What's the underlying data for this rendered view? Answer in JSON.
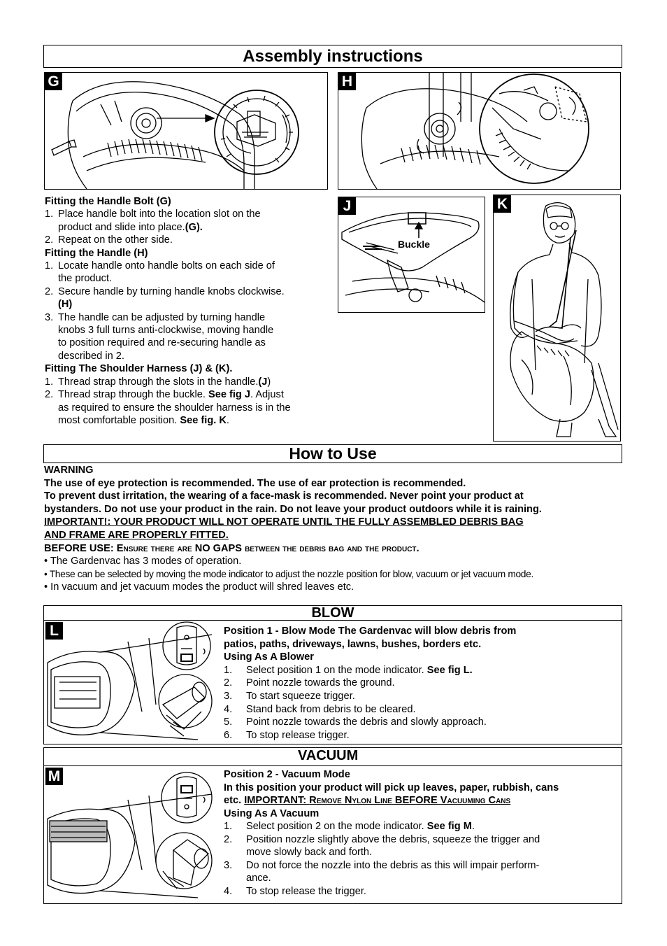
{
  "assembly": {
    "title": "Assembly instructions",
    "fig_g": "G",
    "fig_h": "H",
    "fig_j": "J",
    "fig_k": "K",
    "buckle_label": "Buckle",
    "handle_bolt_heading": "Fitting the Handle Bolt (G)",
    "handle_bolt_1_num": "1.",
    "handle_bolt_1a": "Place handle bolt into the location slot on the",
    "handle_bolt_1b": "product and slide into place.",
    "handle_bolt_1_ref": "(G).",
    "handle_bolt_2_num": "2.",
    "handle_bolt_2": "Repeat on the other side.",
    "handle_heading": "Fitting the Handle (H)",
    "handle_1_num": "1.",
    "handle_1a": "Locate handle onto handle bolts on each side of",
    "handle_1b": "the product.",
    "handle_2_num": "2.",
    "handle_2a": "Secure handle by turning handle knobs clockwise.",
    "handle_2_ref": "(H)",
    "handle_3_num": "3.",
    "handle_3a": "The handle can be adjusted by turning handle",
    "handle_3b": "knobs 3 full turns anti-clockwise, moving handle",
    "handle_3c": "to position required and re-securing handle as",
    "handle_3d": "described in 2.",
    "harness_heading": "Fitting The Shoulder Harness (J) & (K).",
    "harness_1_num": "1.",
    "harness_1a": "Thread strap through the slots in the handle.",
    "harness_1_ref": "J",
    "harness_2_num": "2.",
    "harness_2a": "Thread strap through the buckle. ",
    "harness_2_ref": "See fig J",
    "harness_2b": ".  Adjust",
    "harness_2c": "as required to ensure the shoulder harness is in the",
    "harness_2d": "most comfortable position. ",
    "harness_2_ref2": "See fig. K",
    "harness_2e": "."
  },
  "how_to_use": {
    "title": "How to Use",
    "warning_label": "WARNING",
    "warning_1": "The use of eye protection is recommended.  The use of ear protection is recommended.",
    "warning_2": "To prevent dust irritation, the wearing of a face-mask is recommended.  Never point your product at",
    "warning_3": "bystanders.  Do not use your product in the rain.  Do not leave your product outdoors while it is raining.",
    "important_1": "IMPORTANT!: YOUR PRODUCT WILL NOT OPERATE UNTIL THE FULLY ASSEMBLED DEBRIS BAG",
    "important_2": "AND FRAME ARE PROPERLY FITTED.",
    "before_use_label": "BEFORE USE:  ",
    "before_use_a": "Ensure there are ",
    "before_use_b": "NO GAPS",
    "before_use_c": " between the debris bag and the product.",
    "bullet_1": "• The Gardenvac has 3 modes of operation.",
    "bullet_2": "• These can be selected by moving the mode indicator to adjust the nozzle position for blow, vacuum or jet vacuum mode.",
    "bullet_3": "•  In vacuum and jet vacuum modes the product will shred leaves etc."
  },
  "blow": {
    "title": "BLOW",
    "fig": "L",
    "heading_1": "Position 1 - Blow  Mode   The Gardenvac will blow debris from",
    "heading_2": "patios, paths, driveways, lawns, bushes, borders etc.",
    "sub": "Using As A Blower",
    "s1_num": "1.",
    "s1": "Select position 1 on the mode indicator. ",
    "s1_ref": "See fig L.",
    "s2_num": "2.",
    "s2": "Point nozzle towards the ground.",
    "s3_num": "3.",
    "s3": "To start squeeze trigger.",
    "s4_num": "4.",
    "s4": "Stand back from debris to be cleared.",
    "s5_num": "5.",
    "s5": "Point nozzle towards the debris and slowly approach.",
    "s6_num": "6.",
    "s6": "To stop release trigger."
  },
  "vacuum": {
    "title": "VACUUM",
    "fig": "M",
    "heading": "Position 2 - Vacuum Mode",
    "line_1": "In this position your product will pick up leaves, paper, rubbish, cans",
    "line_2a": "etc.  ",
    "important_label": "IMPORTANT: ",
    "important_text_a": "Remove Nylon Line",
    "important_text_b": " BEFORE ",
    "important_text_c": "Vacuuming Cans",
    "sub": "Using As A Vacuum",
    "s1_num": "1.",
    "s1": "Select position 2 on the mode indicator. ",
    "s1_ref": "See fig M",
    "s1_end": ".",
    "s2_num": "2.",
    "s2a": "Position nozzle slightly above the debris, squeeze the trigger and",
    "s2b": "move slowly back and forth.",
    "s3_num": "3.",
    "s3a": "Do not force the nozzle into the debris as this will impair perform-",
    "s3b": "ance.",
    "s4_num": "4.",
    "s4": "To stop release the trigger."
  }
}
